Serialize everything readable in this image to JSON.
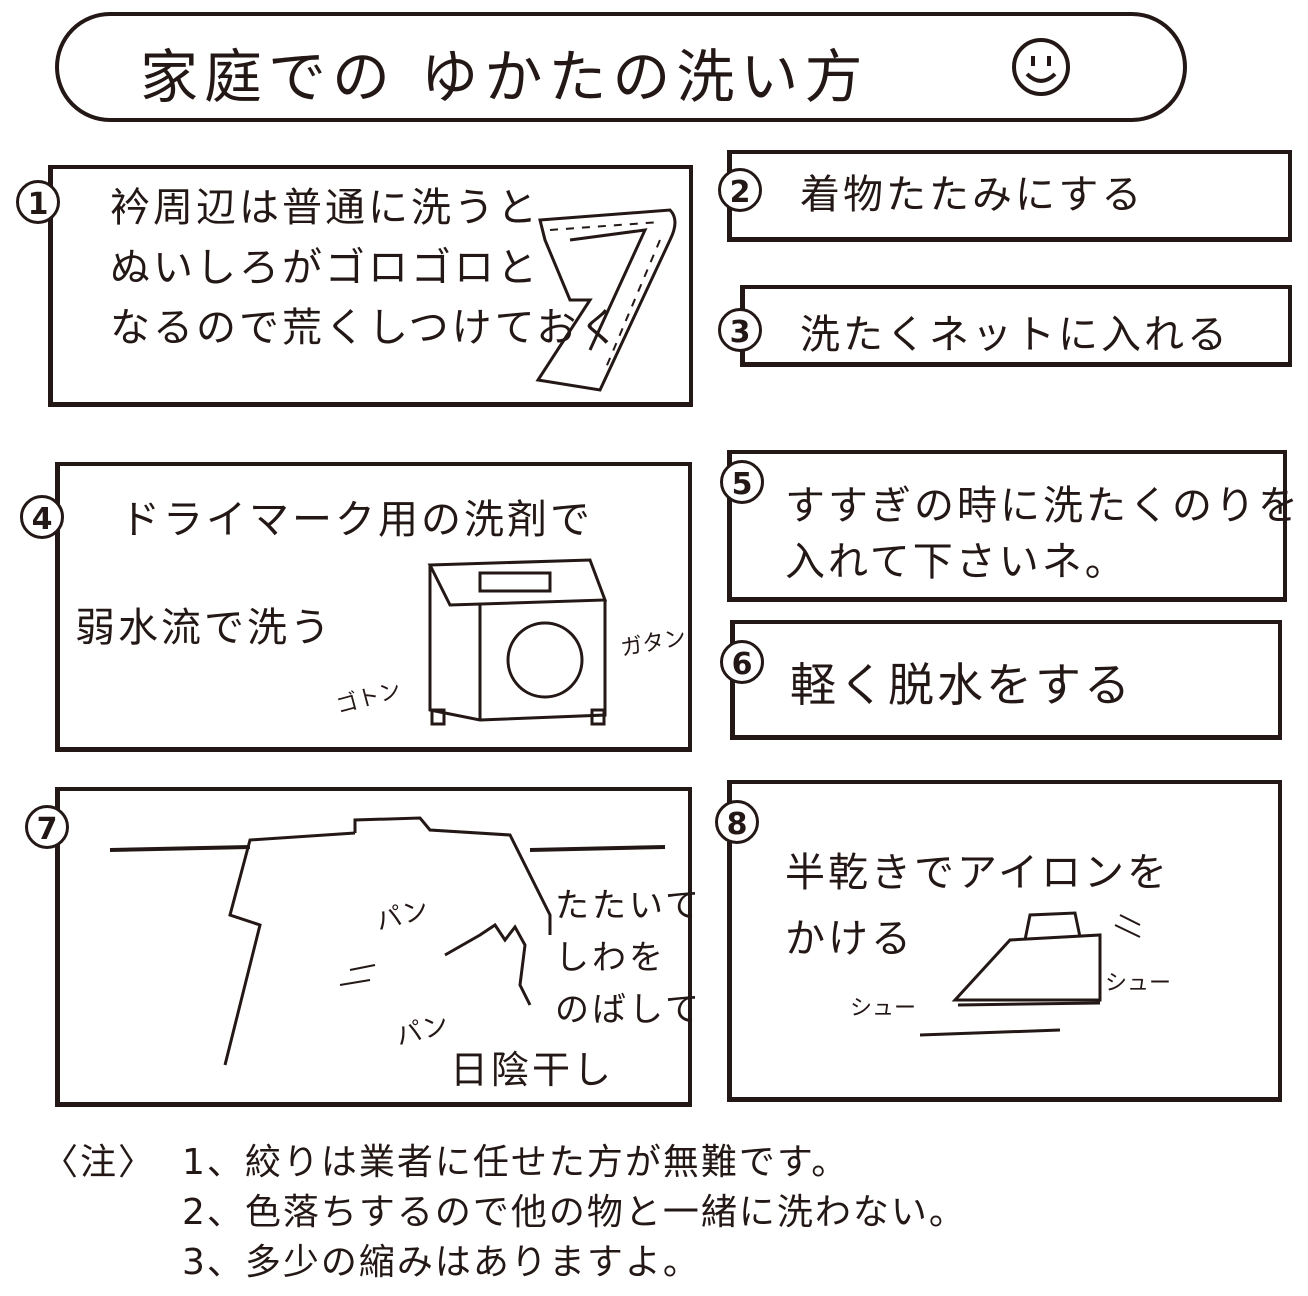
{
  "title": "家庭での ゆかたの洗い方",
  "title_icon": "smiley-face",
  "steps": [
    {
      "num": "1",
      "lines": [
        "衿周辺は普通に洗うと",
        "ぬいしろがゴロゴロと",
        "なるので荒くしつけておく"
      ]
    },
    {
      "num": "2",
      "lines": [
        "着物たたみにする"
      ]
    },
    {
      "num": "3",
      "lines": [
        "洗たくネットに入れる"
      ]
    },
    {
      "num": "4",
      "lines": [
        "ドライマーク用の洗剤で",
        "弱水流で洗う"
      ],
      "sfx": [
        "ゴトン",
        "ガタン"
      ]
    },
    {
      "num": "5",
      "lines": [
        "すすぎの時に洗たくのりを",
        "入れて下さいネ。"
      ]
    },
    {
      "num": "6",
      "lines": [
        "軽く脱水をする"
      ]
    },
    {
      "num": "7",
      "lines": [
        "たたいて",
        "しわを",
        "のばして",
        "日陰干し"
      ],
      "sfx": [
        "パン",
        "パン"
      ]
    },
    {
      "num": "8",
      "lines": [
        "半乾きでアイロンを",
        "かける"
      ],
      "sfx": [
        "シュー",
        "シュー"
      ]
    }
  ],
  "notes": {
    "label": "〈注〉",
    "items": [
      "1、絞りは業者に任せた方が無難です。",
      "2、色落ちするので他の物と一緒に洗わない。",
      "3、多少の縮みはありますよ。"
    ]
  }
}
